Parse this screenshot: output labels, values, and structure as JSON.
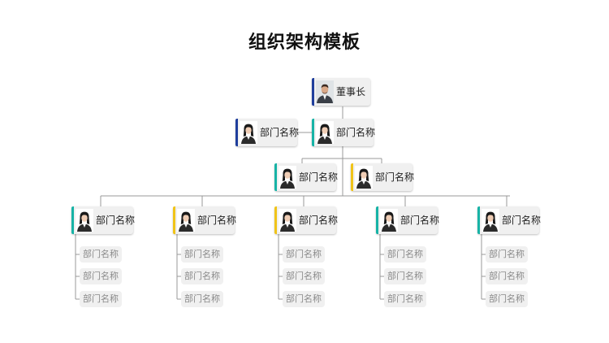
{
  "title": "组织架构模板",
  "colors": {
    "blue": "#1f3e9c",
    "teal": "#17b3a6",
    "yellow": "#f0c419",
    "line": "#999999",
    "box": "#f0f0f0"
  },
  "nodes": {
    "top": {
      "label": "董事长",
      "accent": "blue",
      "avatar": "male-avatar-icon"
    },
    "assistant": {
      "label": "部门名称",
      "accent": "blue",
      "avatar": "female-avatar-icon"
    },
    "level1": {
      "label": "部门名称",
      "accent": "teal",
      "avatar": "female-avatar-icon"
    },
    "level2": [
      {
        "label": "部门名称",
        "accent": "teal",
        "avatar": "female-avatar-icon"
      },
      {
        "label": "部门名称",
        "accent": "yellow",
        "avatar": "female-avatar-icon"
      }
    ],
    "departments": [
      {
        "label": "部门名称",
        "accent": "teal",
        "children": [
          "部门名称",
          "部门名称",
          "部门名称"
        ]
      },
      {
        "label": "部门名称",
        "accent": "yellow",
        "children": [
          "部门名称",
          "部门名称",
          "部门名称"
        ]
      },
      {
        "label": "部门名称",
        "accent": "yellow",
        "children": [
          "部门名称",
          "部门名称",
          "部门名称"
        ]
      },
      {
        "label": "部门名称",
        "accent": "teal",
        "children": [
          "部门名称",
          "部门名称",
          "部门名称"
        ]
      },
      {
        "label": "部门名称",
        "accent": "teal",
        "children": [
          "部门名称",
          "部门名称",
          "部门名称"
        ]
      }
    ]
  }
}
